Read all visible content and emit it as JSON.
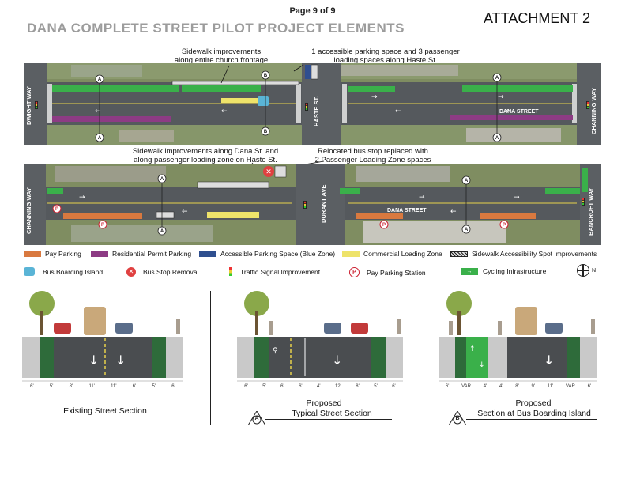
{
  "page_number": "Page 9 of 9",
  "attachment": "ATTACHMENT 2",
  "title": "DANA COMPLETE STREET PILOT PROJECT ELEMENTS",
  "top_map": {
    "callout_left": [
      "Sidewalk improvements",
      "along entire church frontage"
    ],
    "callout_right": [
      "1 accessible parking space and 3 passenger",
      "loading spaces along Haste St."
    ],
    "street_dwight": "DWIGHT WAY",
    "street_haste": "HASTE ST.",
    "street_dana": "DANA STREET",
    "street_channing": "CHANNING WAY"
  },
  "bottom_map": {
    "callout_left": [
      "Sidewalk improvements along Dana St. and",
      "along passenger loading zone on Haste St."
    ],
    "callout_right": [
      "Relocated bus stop replaced with",
      "2 Passenger Loading Zone spaces"
    ],
    "street_channing": "CHANNING WAY",
    "street_durant": "DURANT AVE",
    "street_dana": "DANA STREET",
    "street_bancroft": "BANCROFT WAY"
  },
  "markers": {
    "a": "A",
    "b": "B",
    "p": "P"
  },
  "legend": {
    "pay_parking": "Pay Parking",
    "residential": "Residential Permit Parking",
    "accessible": "Accessible Parking Space (Blue Zone)",
    "commercial": "Commercial Loading Zone",
    "sidewalk": "Sidewalk Accessibility Spot Improvements",
    "bus_island": "Bus Boarding Island",
    "bus_removal": "Bus Stop Removal",
    "signal": "Traffic Signal Improvement",
    "pay_station": "Pay Parking Station",
    "cycling": "Cycling Infrastructure",
    "north": "N"
  },
  "colors": {
    "pay_parking": "#d9793f",
    "residential": "#8d3b84",
    "accessible": "#2f4f8f",
    "commercial": "#eee36a",
    "cycling": "#3ab04a",
    "road": "#55595d",
    "aerial_green": "#7d8f5c"
  },
  "sections": {
    "existing": {
      "label": "Existing Street Section",
      "dims": [
        "6'",
        "5'",
        "8'",
        "11'",
        "11'",
        "6'",
        "5'",
        "6'"
      ]
    },
    "proposed_a": {
      "label_top": "Proposed",
      "label_bottom": "Typical Street Section",
      "marker": "A",
      "dims": [
        "6'",
        "5'",
        "6'",
        "6'",
        "4'",
        "12'",
        "8'",
        "5'",
        "6'"
      ]
    },
    "proposed_b": {
      "label_top": "Proposed",
      "label_bottom": "Section at Bus Boarding Island",
      "marker": "B",
      "dims": [
        "6'",
        "VAR",
        "4'",
        "4'",
        "8'",
        "9'",
        "11'",
        "VAR",
        "6'"
      ]
    }
  }
}
